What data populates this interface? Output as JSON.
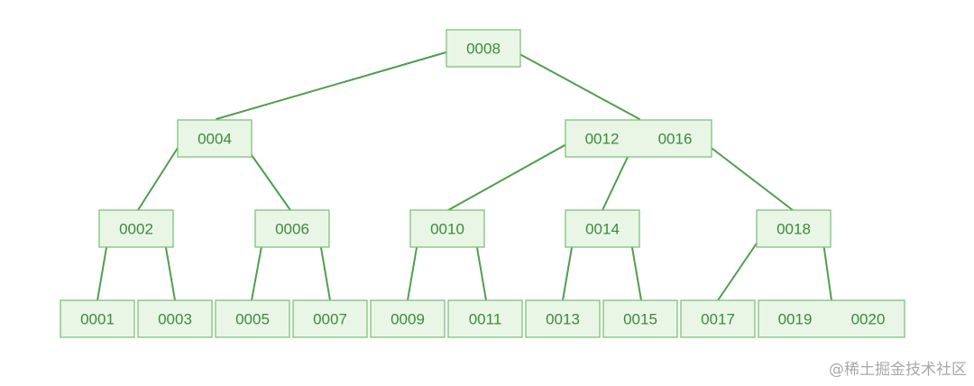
{
  "diagram": {
    "nodes": [
      {
        "id": "n0008",
        "keys": [
          "0008"
        ]
      },
      {
        "id": "n0004",
        "keys": [
          "0004"
        ]
      },
      {
        "id": "n0012_0016",
        "keys": [
          "0012",
          "0016"
        ]
      },
      {
        "id": "n0002",
        "keys": [
          "0002"
        ]
      },
      {
        "id": "n0006",
        "keys": [
          "0006"
        ]
      },
      {
        "id": "n0010",
        "keys": [
          "0010"
        ]
      },
      {
        "id": "n0014",
        "keys": [
          "0014"
        ]
      },
      {
        "id": "n0018",
        "keys": [
          "0018"
        ]
      },
      {
        "id": "n0001",
        "keys": [
          "0001"
        ]
      },
      {
        "id": "n0003",
        "keys": [
          "0003"
        ]
      },
      {
        "id": "n0005",
        "keys": [
          "0005"
        ]
      },
      {
        "id": "n0007",
        "keys": [
          "0007"
        ]
      },
      {
        "id": "n0009",
        "keys": [
          "0009"
        ]
      },
      {
        "id": "n0011",
        "keys": [
          "0011"
        ]
      },
      {
        "id": "n0013",
        "keys": [
          "0013"
        ]
      },
      {
        "id": "n0015",
        "keys": [
          "0015"
        ]
      },
      {
        "id": "n0017",
        "keys": [
          "0017"
        ]
      },
      {
        "id": "n0019_0020",
        "keys": [
          "0019",
          "0020"
        ]
      }
    ],
    "edges": [
      {
        "from": "n0008",
        "to": "n0004"
      },
      {
        "from": "n0008",
        "to": "n0012_0016"
      },
      {
        "from": "n0004",
        "to": "n0002"
      },
      {
        "from": "n0004",
        "to": "n0006"
      },
      {
        "from": "n0012_0016",
        "to": "n0010"
      },
      {
        "from": "n0012_0016",
        "to": "n0014"
      },
      {
        "from": "n0012_0016",
        "to": "n0018"
      },
      {
        "from": "n0002",
        "to": "n0001"
      },
      {
        "from": "n0002",
        "to": "n0003"
      },
      {
        "from": "n0006",
        "to": "n0005"
      },
      {
        "from": "n0006",
        "to": "n0007"
      },
      {
        "from": "n0010",
        "to": "n0009"
      },
      {
        "from": "n0010",
        "to": "n0011"
      },
      {
        "from": "n0014",
        "to": "n0013"
      },
      {
        "from": "n0014",
        "to": "n0015"
      },
      {
        "from": "n0018",
        "to": "n0017"
      },
      {
        "from": "n0018",
        "to": "n0019_0020"
      }
    ],
    "colors": {
      "box_fill": "#e9f6e6",
      "box_stroke": "#7cc47a",
      "edge": "#4f9e4c",
      "text": "#3c8a3c"
    }
  },
  "watermark": "@稀土掘金技术社区"
}
